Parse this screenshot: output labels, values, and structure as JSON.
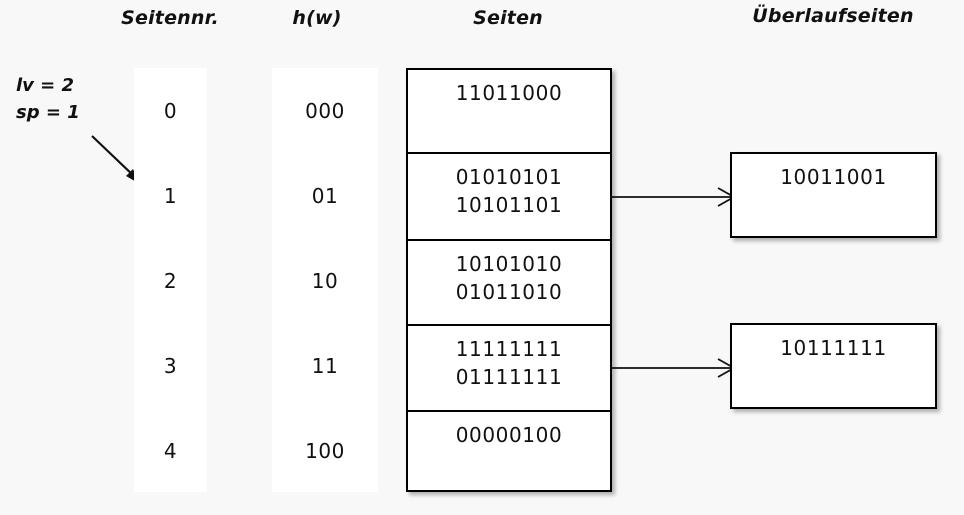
{
  "headers": {
    "seitennr": "Seitennr.",
    "hw": "h(w)",
    "seiten": "Seiten",
    "ueberlaufseiten": "Überlaufseiten"
  },
  "params": {
    "lv": "lv = 2",
    "sp": "sp = 1",
    "pointer_icon": "diagonal-arrow-icon"
  },
  "columns": {
    "seitennr": [
      "0",
      "1",
      "2",
      "3",
      "4"
    ],
    "hw": [
      "000",
      "01",
      "10",
      "11",
      "100"
    ]
  },
  "pages": [
    {
      "index": 0,
      "records": [
        "11011000"
      ]
    },
    {
      "index": 1,
      "records": [
        "01010101",
        "10101101"
      ]
    },
    {
      "index": 2,
      "records": [
        "10101010",
        "01011010"
      ]
    },
    {
      "index": 3,
      "records": [
        "11111111",
        "01111111"
      ]
    },
    {
      "index": 4,
      "records": [
        "00000100"
      ]
    }
  ],
  "overflow_pages": [
    {
      "from_page": 1,
      "records": [
        "10011001"
      ]
    },
    {
      "from_page": 3,
      "records": [
        "10111111"
      ]
    }
  ],
  "links": [
    {
      "icon": "right-arrow-icon",
      "from_page": 1,
      "to_overflow": 0
    },
    {
      "icon": "right-arrow-icon",
      "from_page": 3,
      "to_overflow": 1
    }
  ],
  "colors": {
    "background": "#f8f8f8",
    "surface": "#ffffff",
    "stroke": "#000000",
    "text": "#111111"
  }
}
